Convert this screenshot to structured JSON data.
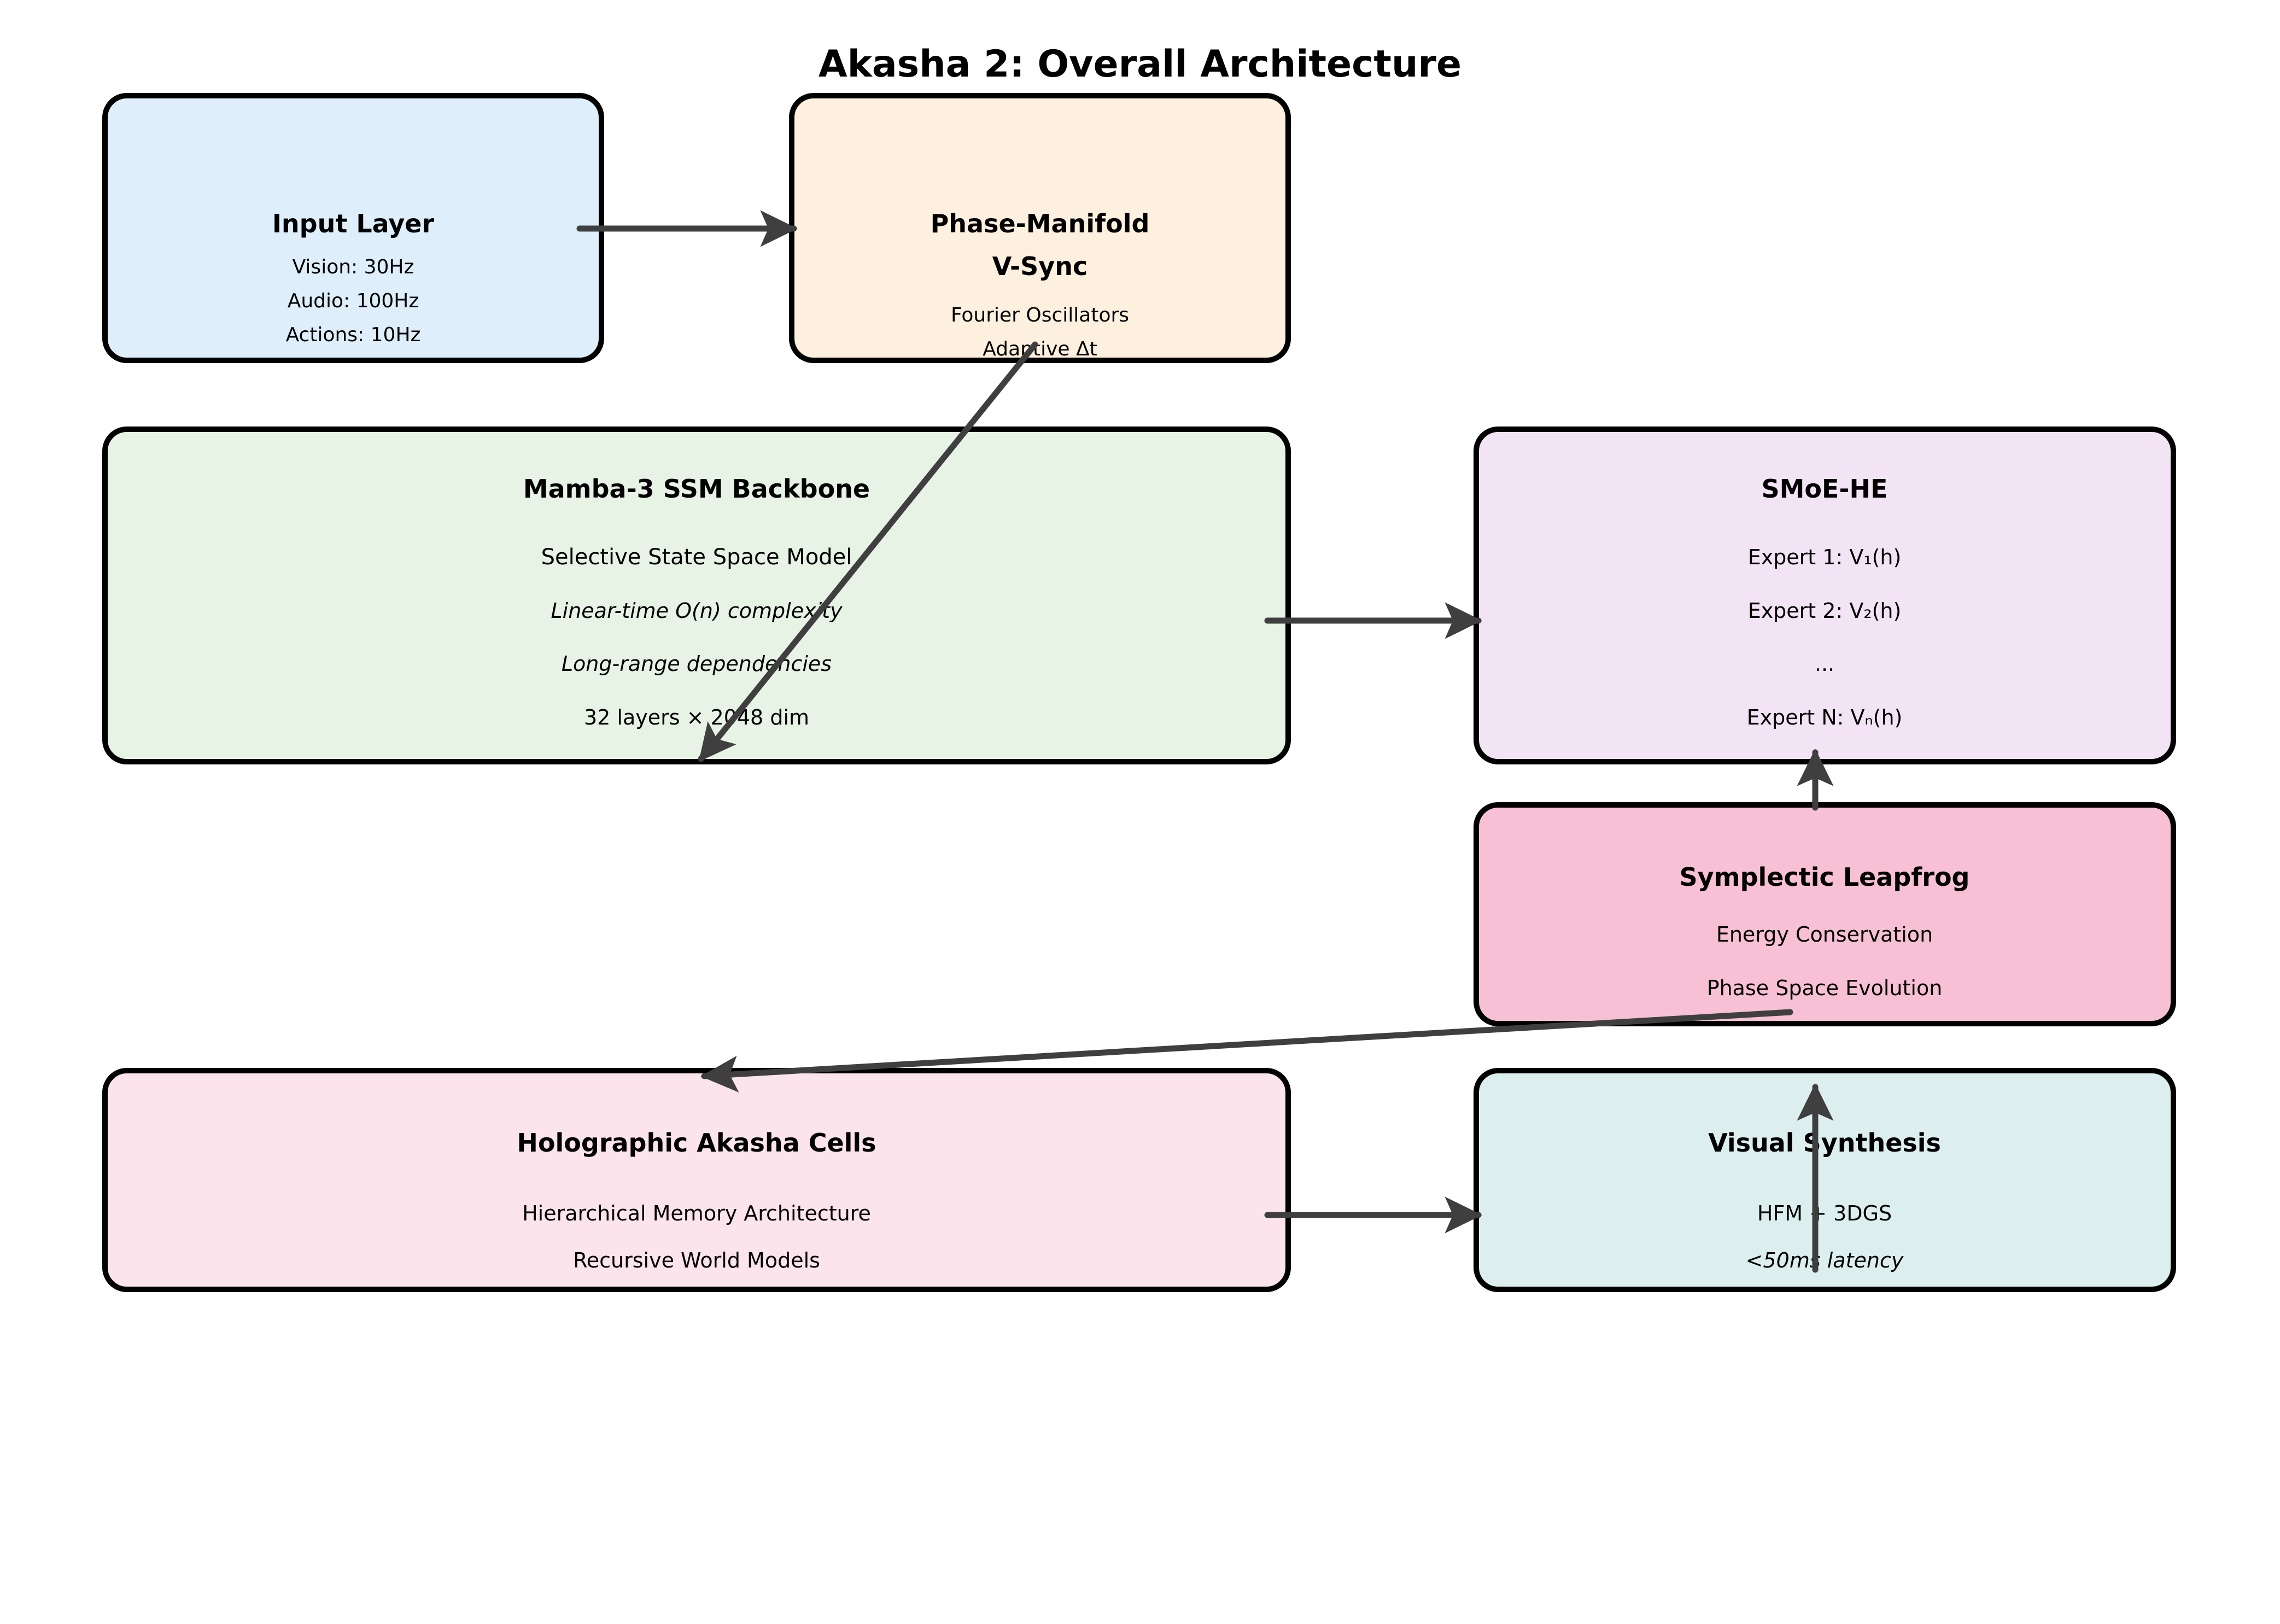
{
  "title": "Akasha 2: Overall Architecture",
  "colors": {
    "input_fill": "#deeffb",
    "phase_fill": "#fdf0df",
    "mamba_fill": "#e6f3e5",
    "smoe_fill": "#f3e4f5",
    "symplectic_fill": "#f8c0d4",
    "holographic_fill": "#fce4ec",
    "visual_fill": "#dcefee",
    "border": "#000000",
    "arrow": "#3f3f3f",
    "background": "#ffffff"
  },
  "nodes": {
    "input_layer": {
      "title": "Input Layer",
      "lines": [
        {
          "text": "Vision: 30Hz",
          "style": "normal"
        },
        {
          "text": "Audio: 100Hz",
          "style": "normal"
        },
        {
          "text": "Actions: 10Hz",
          "style": "normal"
        }
      ]
    },
    "phase_manifold": {
      "title_line1": "Phase-Manifold",
      "title_line2": "V-Sync",
      "lines": [
        {
          "text": "Fourier Oscillators",
          "style": "normal"
        },
        {
          "text": "Adaptive Δt",
          "style": "normal"
        }
      ]
    },
    "mamba_backbone": {
      "title": "Mamba-3 SSM Backbone",
      "lines": [
        {
          "text": "Selective State Space Model",
          "style": "normal"
        },
        {
          "text": "Linear-time O(n) complexity",
          "style": "italic"
        },
        {
          "text": "Long-range dependencies",
          "style": "italic"
        },
        {
          "text": "32 layers × 2048 dim",
          "style": "normal"
        }
      ]
    },
    "smoe_he": {
      "title": "SMoE-HE",
      "lines": [
        {
          "text": "Expert 1: V₁(h)",
          "style": "normal"
        },
        {
          "text": "Expert 2: V₂(h)",
          "style": "normal"
        },
        {
          "text": "...",
          "style": "normal"
        },
        {
          "text": "Expert N: Vₙ(h)",
          "style": "normal"
        }
      ]
    },
    "symplectic_leapfrog": {
      "title": "Symplectic Leapfrog",
      "lines": [
        {
          "text": "Energy Conservation",
          "style": "normal"
        },
        {
          "text": "Phase Space Evolution",
          "style": "normal"
        }
      ]
    },
    "holographic_cells": {
      "title": "Holographic Akasha Cells",
      "lines": [
        {
          "text": "Hierarchical Memory Architecture",
          "style": "normal"
        },
        {
          "text": "Recursive World Models",
          "style": "normal"
        }
      ]
    },
    "visual_synthesis": {
      "title": "Visual Synthesis",
      "lines": [
        {
          "text": "HFM + 3DGS",
          "style": "normal"
        },
        {
          "text": "<50ms latency",
          "style": "italic"
        }
      ]
    }
  },
  "edges": [
    {
      "from": "input_layer",
      "to": "phase_manifold",
      "direction": "horizontal-right"
    },
    {
      "from": "phase_manifold",
      "to": "mamba_backbone",
      "direction": "diagonal-down-left"
    },
    {
      "from": "mamba_backbone",
      "to": "smoe_he",
      "direction": "horizontal-right"
    },
    {
      "from": "symplectic_leapfrog",
      "to": "smoe_he",
      "direction": "vertical-up"
    },
    {
      "from": "symplectic_leapfrog",
      "to": "holographic_cells",
      "direction": "diagonal-down-left"
    },
    {
      "from": "holographic_cells",
      "to": "visual_synthesis",
      "direction": "horizontal-right"
    },
    {
      "from": "visual_synthesis",
      "to": "visual_synthesis",
      "direction": "vertical-up"
    }
  ]
}
